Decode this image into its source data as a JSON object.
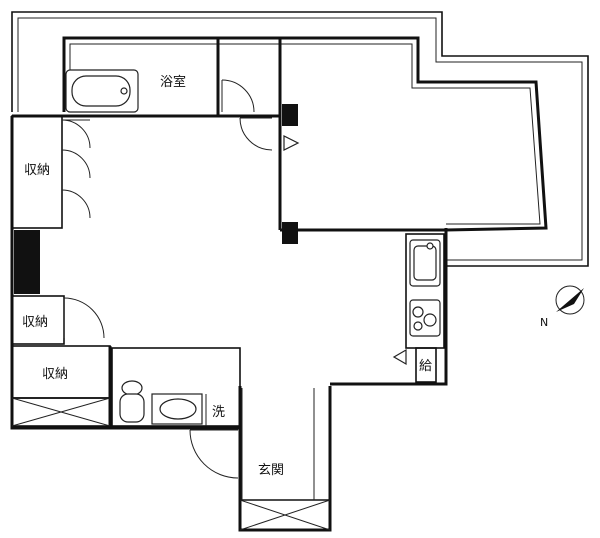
{
  "rooms": {
    "bath": "浴室",
    "storage_left_upper": "収納",
    "storage_left_middle": "収納",
    "storage_lower": "収納",
    "washroom": "洗",
    "entrance": "玄関",
    "water_heater": "給"
  },
  "compass": {
    "north_label": "N"
  }
}
